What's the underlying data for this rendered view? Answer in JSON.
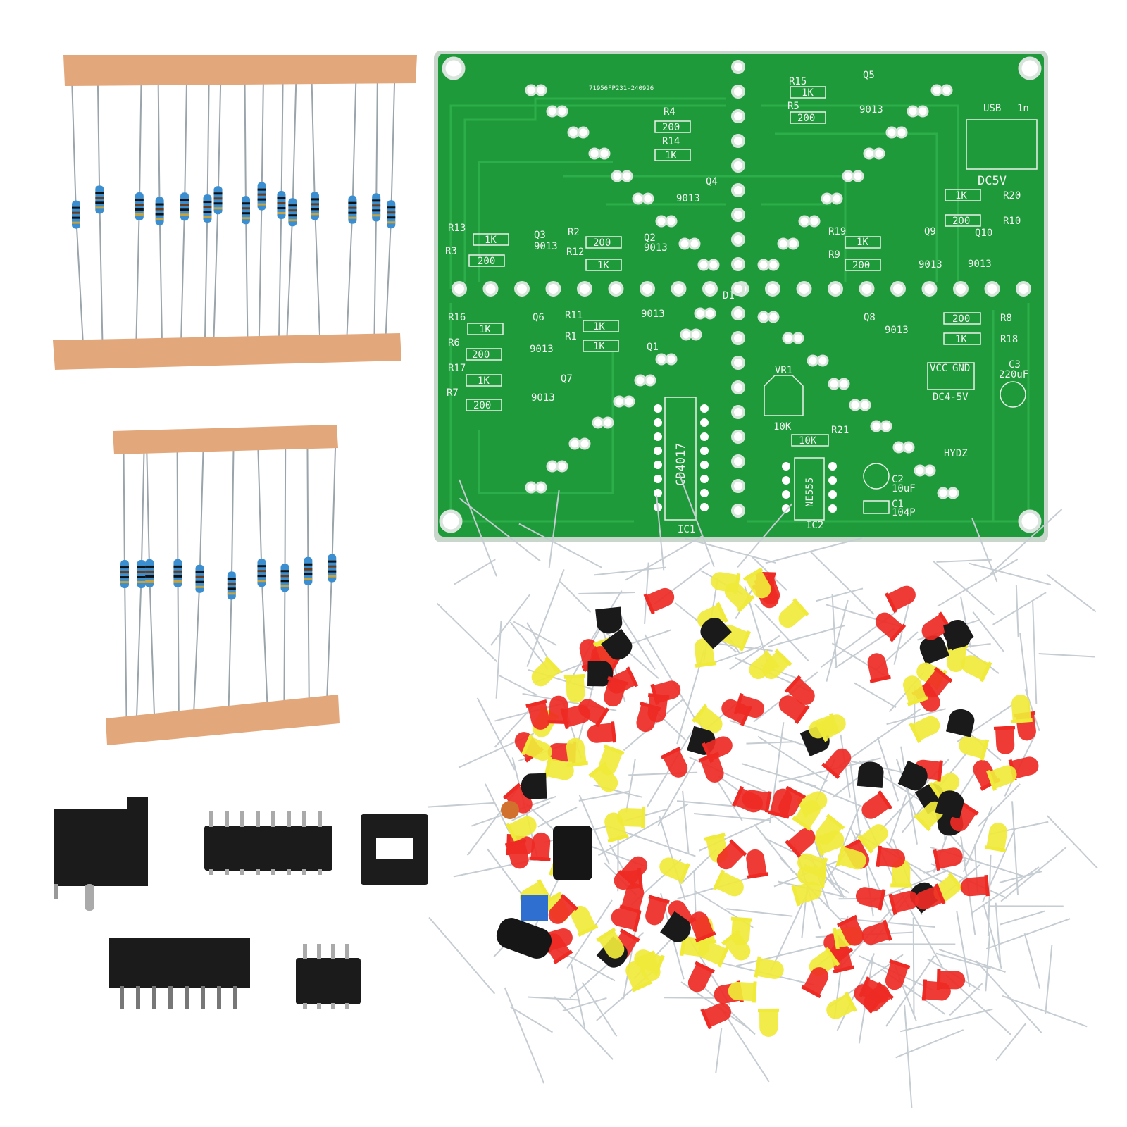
{
  "scene": {
    "description_title": "",
    "colors": {
      "pcb": "#1f9a3a",
      "pcb_trace": "#2bb04a",
      "tape": "#e2a77a",
      "resistor_body": "#3b8fd0",
      "led_red": "#ee2a24",
      "led_yellow": "#f0ea3a",
      "plastic": "#1a1a1a"
    }
  },
  "pcb": {
    "board_code": "71956FP231-240926",
    "labels": {
      "R4": "R4",
      "R14": "R14",
      "R15": "R15",
      "R5": "R5",
      "R13": "R13",
      "R3": "R3",
      "R2": "R2",
      "R12": "R12",
      "R19": "R19",
      "R9": "R9",
      "R20": "R20",
      "R10": "R10",
      "R16": "R16",
      "R6": "R6",
      "R17": "R17",
      "R7": "R7",
      "R11": "R11",
      "R1": "R1",
      "R8": "R8",
      "R18": "R18",
      "R21": "R21",
      "Q1": "Q1",
      "Q2": "Q2",
      "Q3": "Q3",
      "Q4": "Q4",
      "Q5": "Q5",
      "Q6": "Q6",
      "Q7": "Q7",
      "Q8": "Q8",
      "Q9": "Q9",
      "Q10": "Q10",
      "D1": "D1",
      "VR1": "VR1",
      "C1": "C1",
      "C2": "C2",
      "C3": "C3",
      "IC1": "IC1",
      "IC2": "IC2",
      "usb": "USB",
      "one_n": "1n",
      "dc5v": "DC5V",
      "vcc": "VCC",
      "gnd": "GND",
      "dc45": "DC4-5V",
      "hydz": "HYDZ"
    },
    "values": {
      "v200": "200",
      "v1k": "1K",
      "v10k": "10K",
      "transistor": "9013",
      "c3": "220uF",
      "c2": "10uF",
      "c1": "104P",
      "ic1": "CD4017",
      "ic2": "NE555"
    }
  }
}
